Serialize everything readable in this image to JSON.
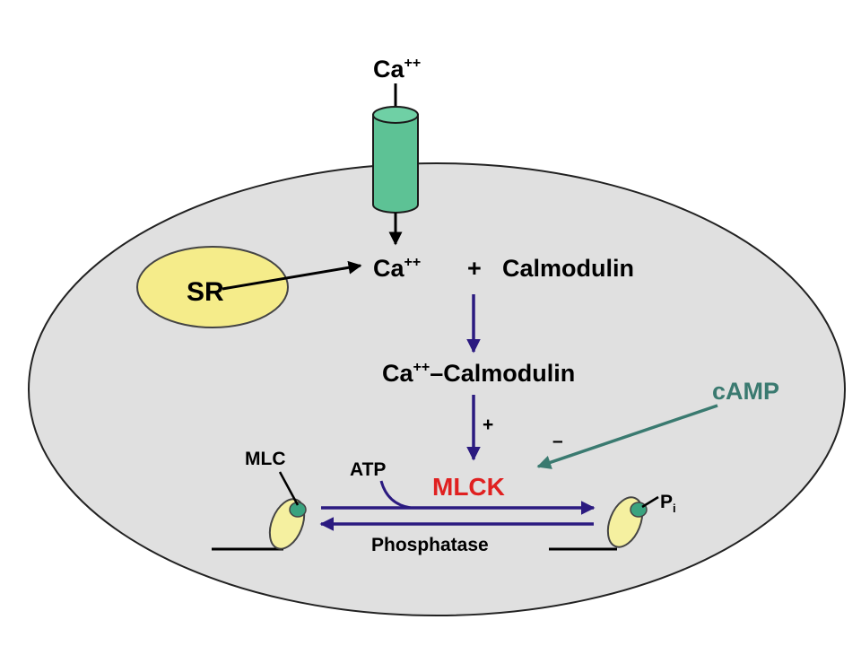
{
  "labels": {
    "ca_top": "Ca",
    "ca_top_charge": "++",
    "sr": "SR",
    "ca_cyto": "Ca",
    "ca_cyto_charge": "++",
    "plus_sign": "+",
    "calmodulin": "Calmodulin",
    "complex_ca": "Ca",
    "complex_charge": "++",
    "complex_name": "–Calmodulin",
    "activation_sign": "+",
    "camp": "cAMP",
    "inhibition_sign": "–",
    "mlck": "MLCK",
    "atp": "ATP",
    "mlc": "MLC",
    "pi": "P",
    "pi_subscript": "i",
    "phosphatase": "Phosphatase"
  },
  "colors": {
    "cell_fill": "#e0e0e0",
    "cell_stroke": "#222222",
    "channel_fill": "#5dc295",
    "sr_fill": "#f5ec8a",
    "head_fill": "#f5f0a0",
    "site_fill": "#3aa37f",
    "pathway_arrow": "#2b1a80",
    "camp_color": "#3a7a70",
    "mlck_color": "#e02020",
    "black": "#000000"
  }
}
